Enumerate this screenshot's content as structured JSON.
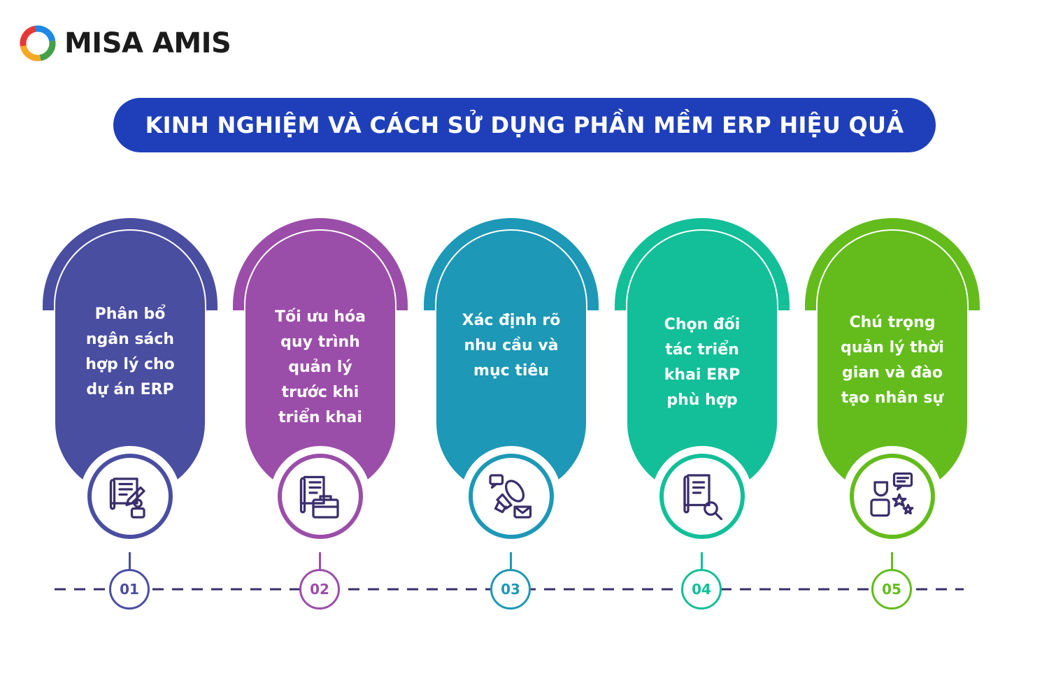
{
  "brand": {
    "name": "MISA AMIS",
    "logo_colors": [
      "#1e88e5",
      "#f9a825",
      "#e53935",
      "#43a047"
    ]
  },
  "title": "KINH NGHIỆM VÀ CÁCH SỬ DỤNG PHẦN MỀM ERP HIỆU QUẢ",
  "title_color": "#1f3fba",
  "steps": [
    {
      "number": "01",
      "text": "Phân bổ ngân sách hợp lý cho dự án ERP",
      "lines": [
        "Phân bổ",
        "ngân sách",
        "hợp lý cho",
        "dự án ERP"
      ],
      "color": "#4a4ea1",
      "icon": "budget-document-icon"
    },
    {
      "number": "02",
      "text": "Tối ưu hóa quy trình quản lý trước khi triển khai",
      "lines": [
        "Tối ưu hóa",
        "quy trình",
        "quản lý",
        "trước khi",
        "triển khai"
      ],
      "color": "#9b4ea9",
      "icon": "document-briefcase-icon"
    },
    {
      "number": "03",
      "text": "Xác định rõ nhu cầu và mục tiêu",
      "lines": [
        "Xác định rõ",
        "nhu cầu và",
        "mục tiêu"
      ],
      "color": "#1d98b6",
      "icon": "megaphone-message-icon"
    },
    {
      "number": "04",
      "text": "Chọn đối tác triển khai ERP phù hợp",
      "lines": [
        "Chọn đối",
        "tác triển",
        "khai ERP",
        "phù hợp"
      ],
      "color": "#12bf98",
      "icon": "document-search-icon"
    },
    {
      "number": "05",
      "text": "Chú trọng quản lý thời gian và đào tạo nhân sự",
      "lines": [
        "Chú trọng",
        "quản lý thời",
        "gian và đào",
        "tạo nhân sự"
      ],
      "color": "#63bc1c",
      "icon": "person-chat-star-icon"
    }
  ],
  "timeline_color": "#3a2e6b"
}
